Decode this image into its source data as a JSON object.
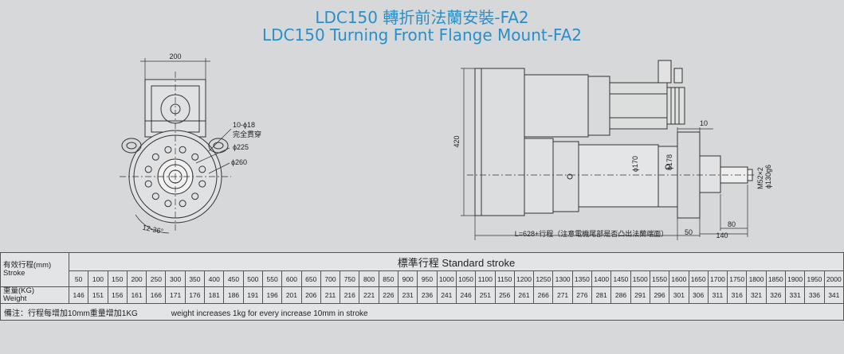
{
  "header": {
    "title_cn": "LDC150 轉折前法蘭安裝-FA2",
    "title_en": "LDC150 Turning Front Flange Mount-FA2"
  },
  "front_view": {
    "dim_width": "200",
    "hole_note_1": "10-ϕ18",
    "hole_note_2": "完全貫穿",
    "dia_225": "ϕ225",
    "dia_260": "ϕ260",
    "angle": "12-36°"
  },
  "side_view": {
    "dim_height": "420",
    "dim_10": "10",
    "dia_170": "ϕ170",
    "dia_178": "ϕ178",
    "thread": "M52×2",
    "dia_130": "ϕ130g6",
    "dim_80": "80",
    "dim_140": "140",
    "dim_50": "50",
    "length_note": "L=628+行程（注意電機尾部是否凸出法蘭端面）"
  },
  "table": {
    "stroke_header_cn": "有效行程(mm)",
    "stroke_header_en": "Stroke",
    "standard_stroke": "標準行程   Standard stroke",
    "weight_header_cn": "重量(KG)",
    "weight_header_en": "Weight",
    "strokes": [
      "50",
      "100",
      "150",
      "200",
      "250",
      "300",
      "350",
      "400",
      "450",
      "500",
      "550",
      "600",
      "650",
      "700",
      "750",
      "800",
      "850",
      "900",
      "950",
      "1000",
      "1050",
      "1100",
      "1150",
      "1200",
      "1250",
      "1300",
      "1350",
      "1400",
      "1450",
      "1500",
      "1550",
      "1600",
      "1650",
      "1700",
      "1750",
      "1800",
      "1850",
      "1900",
      "1950",
      "2000"
    ],
    "weights": [
      "146",
      "151",
      "156",
      "161",
      "166",
      "171",
      "176",
      "181",
      "186",
      "191",
      "196",
      "201",
      "206",
      "211",
      "216",
      "221",
      "226",
      "231",
      "236",
      "241",
      "246",
      "251",
      "256",
      "261",
      "266",
      "271",
      "276",
      "281",
      "286",
      "291",
      "296",
      "301",
      "306",
      "311",
      "316",
      "321",
      "326",
      "331",
      "336",
      "341"
    ],
    "note_cn": "備注：行程每增加10mm重量增加1KG",
    "note_en": "weight increases 1kg for every increase 10mm in stroke"
  }
}
